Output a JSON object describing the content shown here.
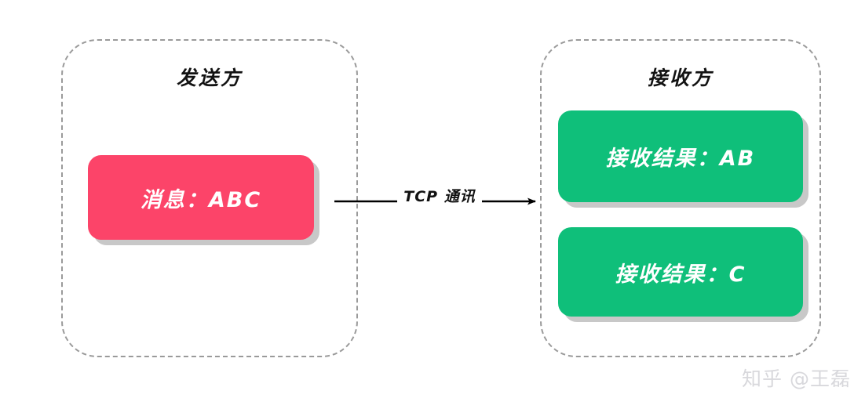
{
  "diagram": {
    "title_sender": "发送方",
    "title_receiver": "接收方",
    "sender": {
      "message_card": {
        "label": "消息：ABC",
        "color": "#fc4469"
      }
    },
    "receiver": {
      "result_cards": [
        {
          "label": "接收结果：AB",
          "color": "#0fbf7a"
        },
        {
          "label": "接收结果：C",
          "color": "#0fbf7a"
        }
      ]
    },
    "connector": {
      "label": "TCP 通讯",
      "direction": "sender-to-receiver",
      "color": "#000000"
    },
    "container_border_color": "#9a9a9a",
    "watermark": "知乎 @王磊"
  }
}
